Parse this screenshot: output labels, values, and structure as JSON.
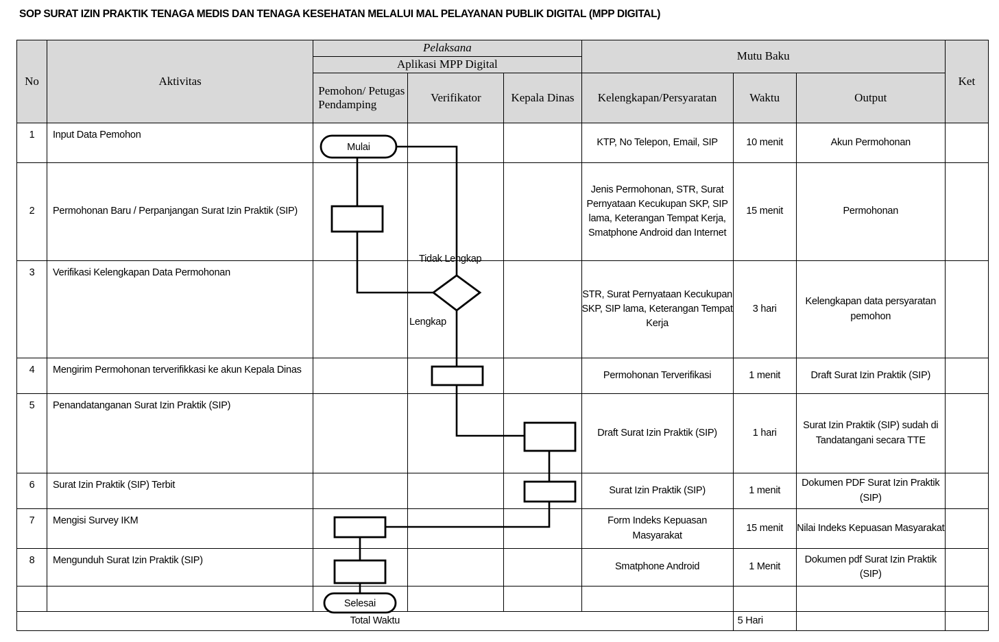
{
  "document": {
    "title": "SOP SURAT IZIN PRAKTIK TENAGA MEDIS DAN TENAGA KESEHATAN MELALUI MAL PELAYANAN PUBLIK DIGITAL (MPP DIGITAL)"
  },
  "header": {
    "no": "No",
    "aktivitas": "Aktivitas",
    "pelaksana": "Pelaksana",
    "aplikasi": "Aplikasi MPP Digital",
    "pemohon": "Pemohon/ Petugas Pendamping",
    "verifikator": "Verifikator",
    "kepala_dinas": "Kepala Dinas",
    "mutu_baku": "Mutu Baku",
    "kelengkapan": "Kelengkapan/Persyaratan",
    "waktu": "Waktu",
    "output": "Output",
    "ket": "Ket"
  },
  "rows": [
    {
      "no": "1",
      "aktivitas": "Input Data Pemohon",
      "kelengkapan": "KTP, No Telepon, Email, SIP",
      "waktu": "10 menit",
      "output": "Akun Permohonan",
      "ket": ""
    },
    {
      "no": "2",
      "aktivitas": "Permohonan Baru / Perpanjangan Surat Izin Praktik (SIP)",
      "kelengkapan": "Jenis Permohonan, STR, Surat Pernyataan Kecukupan SKP, SIP lama, Keterangan Tempat Kerja, Smatphone Android dan Internet",
      "waktu": "15 menit",
      "output": "Permohonan",
      "ket": ""
    },
    {
      "no": "3",
      "aktivitas": "Verifikasi Kelengkapan Data Permohonan",
      "kelengkapan": "STR, Surat Pernyataan Kecukupan SKP, SIP lama, Keterangan Tempat Kerja",
      "waktu": "3 hari",
      "output": "Kelengkapan data persyaratan pemohon",
      "ket": ""
    },
    {
      "no": "4",
      "aktivitas": "Mengirim Permohonan terverifikkasi ke akun Kepala Dinas",
      "kelengkapan": "Permohonan Terverifikasi",
      "waktu": "1 menit",
      "output": "Draft Surat Izin Praktik (SIP)",
      "ket": ""
    },
    {
      "no": "5",
      "aktivitas": "Penandatanganan Surat Izin Praktik (SIP)",
      "kelengkapan": "Draft Surat Izin Praktik (SIP)",
      "waktu": "1 hari",
      "output": "Surat Izin Praktik (SIP) sudah di Tandatangani secara TTE",
      "ket": ""
    },
    {
      "no": "6",
      "aktivitas": "Surat Izin Praktik (SIP) Terbit",
      "kelengkapan": "Surat Izin Praktik (SIP)",
      "waktu": "1 menit",
      "output": "Dokumen PDF Surat Izin Praktik (SIP)",
      "ket": ""
    },
    {
      "no": "7",
      "aktivitas": "Mengisi Survey IKM",
      "kelengkapan": "Form Indeks Kepuasan Masyarakat",
      "waktu": "15 menit",
      "output": "Nilai Indeks Kepuasan Masyarakat",
      "ket": ""
    },
    {
      "no": "8",
      "aktivitas": "Mengunduh Surat Izin Praktik (SIP)",
      "kelengkapan": "Smatphone Android",
      "waktu": "1 Menit",
      "output": "Dokumen pdf Surat Izin Praktik (SIP)",
      "ket": ""
    },
    {
      "no": "",
      "aktivitas": "",
      "kelengkapan": "",
      "waktu": "",
      "output": "",
      "ket": ""
    }
  ],
  "total": {
    "label": "Total Waktu",
    "value": "5 Hari"
  },
  "flowchart": {
    "type": "cross-functional-flowchart",
    "lanes": [
      "Pemohon/ Petugas Pendamping",
      "Verifikator",
      "Kepala Dinas"
    ],
    "nodes": [
      {
        "id": "mulai",
        "shape": "terminator",
        "label": "Mulai",
        "lane": "Pemohon/ Petugas Pendamping",
        "row": 1
      },
      {
        "id": "p2",
        "shape": "process",
        "label": "",
        "lane": "Pemohon/ Petugas Pendamping",
        "row": 2
      },
      {
        "id": "d3",
        "shape": "decision",
        "label": "",
        "lane": "Verifikator",
        "row": 3
      },
      {
        "id": "p4",
        "shape": "process",
        "label": "",
        "lane": "Verifikator",
        "row": 4
      },
      {
        "id": "p5",
        "shape": "process",
        "label": "",
        "lane": "Kepala Dinas",
        "row": 5
      },
      {
        "id": "p6",
        "shape": "process",
        "label": "",
        "lane": "Kepala Dinas",
        "row": 6
      },
      {
        "id": "p7",
        "shape": "process",
        "label": "",
        "lane": "Pemohon/ Petugas Pendamping",
        "row": 7
      },
      {
        "id": "p8",
        "shape": "process",
        "label": "",
        "lane": "Pemohon/ Petugas Pendamping",
        "row": 8
      },
      {
        "id": "selesai",
        "shape": "terminator",
        "label": "Selesai",
        "lane": "Pemohon/ Petugas Pendamping",
        "row": 9
      }
    ],
    "edge_labels": {
      "tidak_lengkap": "Tidak Lengkap",
      "lengkap": "Lengkap"
    }
  }
}
